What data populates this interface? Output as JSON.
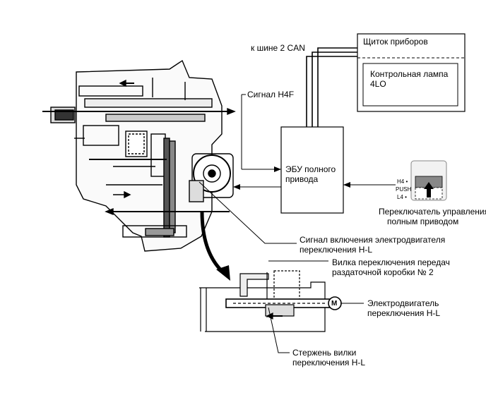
{
  "labels": {
    "can_bus": "к шине 2 CAN",
    "meter_title": "Щиток приборов",
    "indicator_line1": "Контрольная лампа",
    "indicator_line2": "4LO",
    "h4f_signal": "Сигнал H4F",
    "ecu_line1": "ЭБУ полного",
    "ecu_line2": "привода",
    "switch_h4": "H4 •",
    "switch_push": "PUSH",
    "switch_l4": "L4 •",
    "switch_caption_line1": "Переключатель управления",
    "switch_caption_line2": "полным приводом",
    "motor_signal_line1": "Сигнал включения электродвигателя",
    "motor_signal_line2": "переключения H-L",
    "fork_line1": "Вилка переключения передач",
    "fork_line2": "раздаточной коробки № 2",
    "motor_line1": "Электродвигатель",
    "motor_line2": "переключения H-L",
    "motor_symbol": "M",
    "rod_line1": "Стержень вилки",
    "rod_line2": "переключения H-L"
  },
  "icons": [
    "transfer-case-illustration",
    "shift-motor-icon",
    "push-switch-icon",
    "arrow-icon"
  ]
}
